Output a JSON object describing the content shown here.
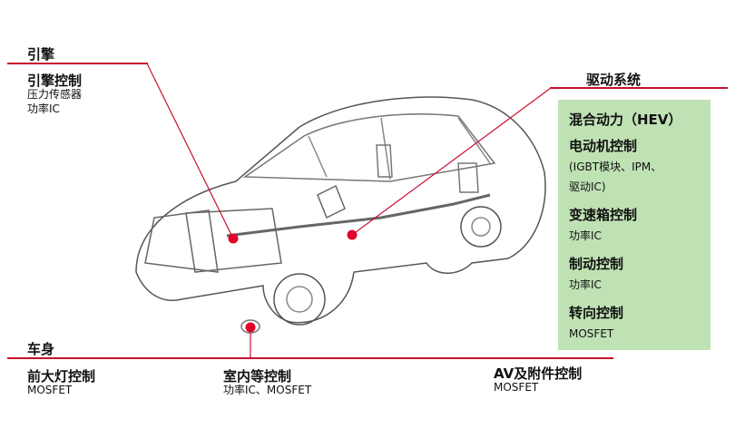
{
  "engine": {
    "header": "引擎",
    "title": "引擎控制",
    "items": [
      "压力传感器",
      "功率IC"
    ]
  },
  "drive": {
    "header": "驱动系统",
    "box": [
      {
        "title": "混合动力（HEV）"
      },
      {
        "title": "电动机控制",
        "lines": [
          "(IGBT模块、IPM、",
          "驱动IC)"
        ]
      },
      {
        "title": "变速箱控制",
        "lines": [
          "功率IC"
        ]
      },
      {
        "title": "制动控制",
        "lines": [
          "功率IC"
        ]
      },
      {
        "title": "转向控制",
        "lines": [
          "MOSFET"
        ]
      }
    ]
  },
  "body": {
    "header": "车身",
    "sections": [
      {
        "title": "前大灯控制",
        "sub": "MOSFET"
      },
      {
        "title": "室内等控制",
        "sub": "功率IC、MOSFET"
      },
      {
        "title": "AV及附件控制",
        "sub": "MOSFET"
      }
    ]
  },
  "colors": {
    "accent_red": "#c8102e",
    "box_green": "#bfe2b4"
  }
}
